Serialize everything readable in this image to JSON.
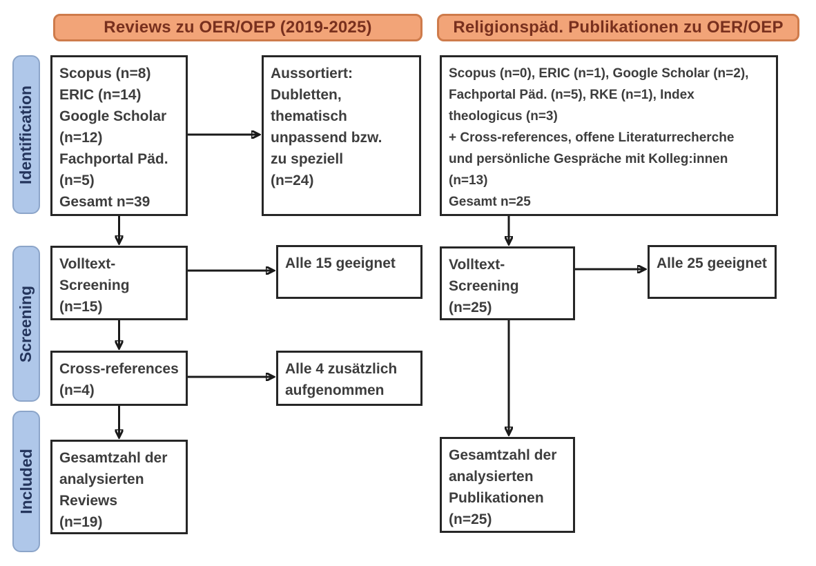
{
  "colors": {
    "header_fill": "#F2A478",
    "header_border": "#CE7B4B",
    "header_text": "#78301E",
    "stage_fill": "#AFC7E9",
    "stage_border": "#8CA5C9",
    "stage_text": "#24355C",
    "box_border": "#262626",
    "box_text": "#3D3D3D",
    "arrow": "#1A1A1A"
  },
  "headers": {
    "left": "Reviews zu OER/OEP (2019-2025)",
    "right": "Religionspäd. Publikationen zu OER/OEP"
  },
  "stages": {
    "identification": "Identification",
    "screening": "Screening",
    "included": "Included"
  },
  "left_column": {
    "sources": "Scopus (n=8)\nERIC (n=14)\nGoogle Scholar\n(n=12)\nFachportal Päd.\n(n=5)\nGesamt n=39",
    "excluded": "Aussortiert:\nDubletten,\nthematisch\nunpassend bzw.\nzu speziell\n(n=24)",
    "fulltext_screening": "Volltext-\nScreening\n(n=15)",
    "fulltext_result": "Alle 15 geeignet",
    "cross_references": "Cross-references\n(n=4)",
    "cross_references_result": "Alle 4 zusätzlich\naufgenommen",
    "included_total": "Gesamtzahl der\nanalysierten\nReviews\n(n=19)"
  },
  "right_column": {
    "sources": "Scopus (n=0), ERIC (n=1), Google Scholar (n=2),\nFachportal Päd. (n=5), RKE (n=1), Index\ntheologicus (n=3)\n+ Cross-references, offene Literaturrecherche\nund persönliche Gespräche mit Kolleg:innen\n(n=13)\nGesamt n=25",
    "fulltext_screening": "Volltext-\nScreening\n(n=25)",
    "fulltext_result": "Alle 25 geeignet",
    "included_total": "Gesamtzahl der\nanalysierten\nPublikationen\n(n=25)"
  }
}
